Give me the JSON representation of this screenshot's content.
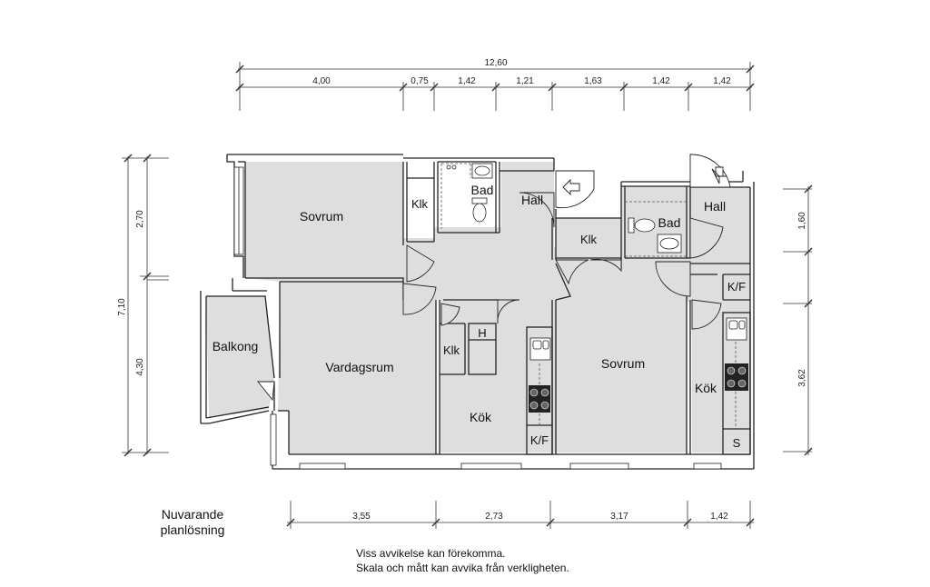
{
  "plan": {
    "caption_line1": "Nuvarande",
    "caption_line2": "planlösning",
    "disclaimer_line1": "Viss avvikelse kan förekomma.",
    "disclaimer_line2": "Skala och mått kan avvika från verkligheten."
  },
  "dimensions": {
    "top_total": "12,60",
    "top_segments": [
      "4,00",
      "0,75",
      "1,42",
      "1,21",
      "1,63",
      "1,42",
      "1,42"
    ],
    "bottom_segments": [
      "3,55",
      "2,73",
      "3,17",
      "1,42"
    ],
    "left_total": "7,10",
    "left_upper": "2,70",
    "left_lower": "4,30",
    "right_upper": "1,60",
    "right_lower": "3,62"
  },
  "rooms": {
    "sovrum_1": "Sovrum",
    "klk_1": "Klk",
    "bad_1": "Bad",
    "hall_1": "Hall",
    "klk_2": "Klk",
    "bad_2": "Bad",
    "hall_2": "Hall",
    "kf_1": "K/F",
    "balkong": "Balkong",
    "vardagsrum": "Vardagsrum",
    "klk_3": "Klk",
    "h": "H",
    "kok_1": "Kök",
    "kf_2": "K/F",
    "sovrum_2": "Sovrum",
    "kok_2": "Kök",
    "s": "S"
  }
}
